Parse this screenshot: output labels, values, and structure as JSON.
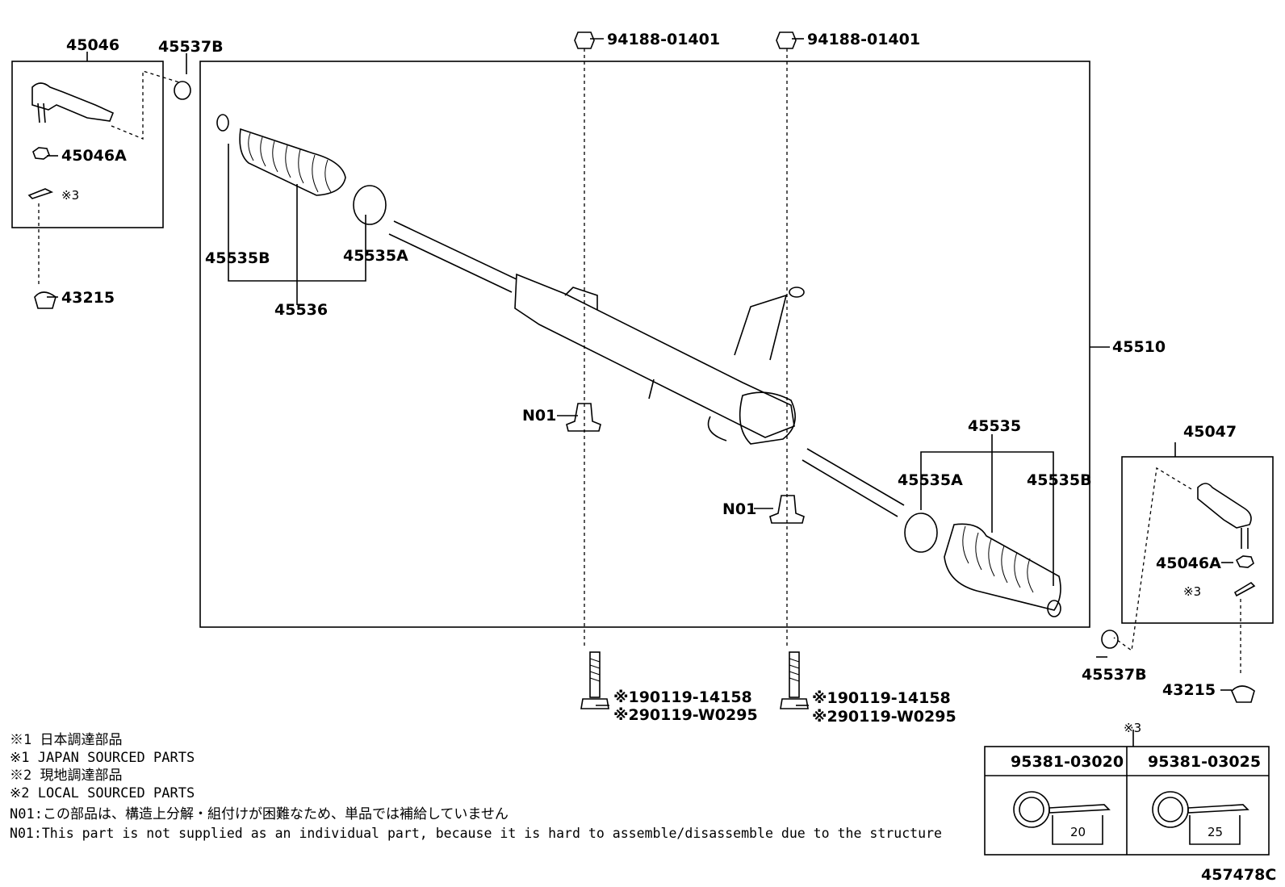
{
  "parts": {
    "p45046": "45046",
    "p45537B_left": "45537B",
    "p45046A_left": "45046A",
    "p3_left": "※3",
    "p43215_left": "43215",
    "p94188_a": "94188-01401",
    "p94188_b": "94188-01401",
    "p45535B_left": "45535B",
    "p45535A_left": "45535A",
    "p45536": "45536",
    "p45510": "45510",
    "pN01_a": "N01",
    "pN01_b": "N01",
    "p45535": "45535",
    "p45535A_right": "45535A",
    "p45535B_right": "45535B",
    "p45047": "45047",
    "p45046A_right": "45046A",
    "p3_right": "※3",
    "p45537B_right": "45537B",
    "p43215_right": "43215",
    "bolt_a1": "※190119-14158",
    "bolt_a2": "※290119-W0295",
    "bolt_b1": "※190119-14158",
    "bolt_b2": "※290119-W0295"
  },
  "notes": [
    "※1 日本調達部品",
    "※1 JAPAN SOURCED PARTS",
    "※2 現地調達部品",
    "※2 LOCAL SOURCED PARTS",
    "N01:この部品は、構造上分解・組付けが困難なため、単品では補給していません",
    "N01:This part is not supplied as an individual part, because it is hard to assemble/disassemble due to the structure"
  ],
  "pin_table": {
    "marker": "※3",
    "col1": "95381-03020",
    "col2": "95381-03025",
    "dim1": "20",
    "dim2": "25"
  },
  "diagram_id": "457478C"
}
